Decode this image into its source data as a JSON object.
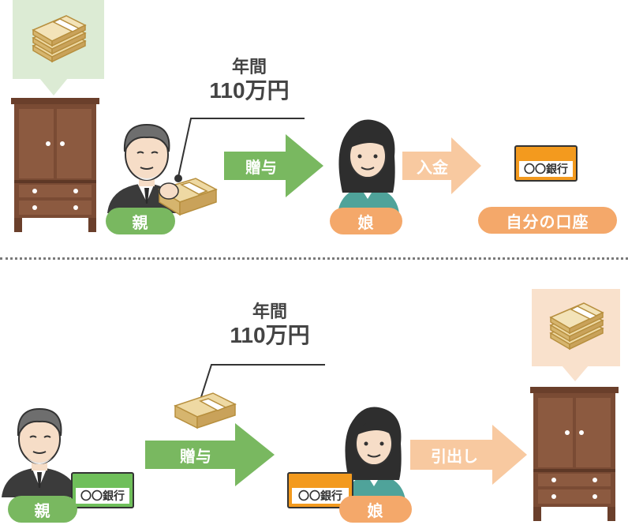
{
  "top": {
    "amount_line1": "年間",
    "amount_line2": "110万円",
    "parent_label": "親",
    "daughter_label": "娘",
    "gift_arrow_label": "贈与",
    "deposit_arrow_label": "入金",
    "account_label": "自分の口座",
    "bank_name": "〇〇銀行"
  },
  "bottom": {
    "amount_line1": "年間",
    "amount_line2": "110万円",
    "parent_label": "親",
    "daughter_label": "娘",
    "gift_arrow_label": "贈与",
    "withdraw_arrow_label": "引出し",
    "parent_bank_name": "〇〇銀行",
    "daughter_bank_name": "〇〇銀行"
  },
  "colors": {
    "green": "#79b860",
    "light_green": "#a9d18e",
    "orange": "#f4a86a",
    "light_orange": "#f8c9a0",
    "wood": "#7a4b34",
    "bank_green": "#6fbf5a",
    "bank_orange": "#f39a1e"
  }
}
